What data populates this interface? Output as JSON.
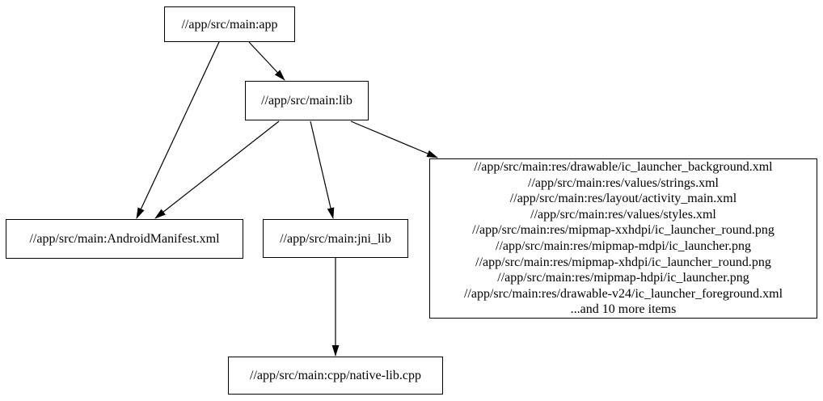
{
  "diagram": {
    "type": "build-dependency-graph",
    "background_color": "#ffffff",
    "node_fill_color": "#ffffff",
    "node_border_color": "#000000",
    "edge_color": "#000000",
    "text_color": "#000000",
    "nodes": {
      "app": {
        "label": "//app/src/main:app"
      },
      "lib": {
        "label": "//app/src/main:lib"
      },
      "android_manifest": {
        "label": "//app/src/main:AndroidManifest.xml"
      },
      "jni_lib": {
        "label": "//app/src/main:jni_lib"
      },
      "res_files": {
        "lines": [
          "//app/src/main:res/drawable/ic_launcher_background.xml",
          "//app/src/main:res/values/strings.xml",
          "//app/src/main:res/layout/activity_main.xml",
          "//app/src/main:res/values/styles.xml",
          "//app/src/main:res/mipmap-xxhdpi/ic_launcher_round.png",
          "//app/src/main:res/mipmap-mdpi/ic_launcher.png",
          "//app/src/main:res/mipmap-xhdpi/ic_launcher_round.png",
          "//app/src/main:res/mipmap-hdpi/ic_launcher.png",
          "//app/src/main:res/drawable-v24/ic_launcher_foreground.xml",
          "...and 10 more items"
        ]
      },
      "native_lib": {
        "label": "//app/src/main:cpp/native-lib.cpp"
      }
    },
    "edges": [
      {
        "from": "app",
        "to": "android_manifest"
      },
      {
        "from": "app",
        "to": "lib"
      },
      {
        "from": "lib",
        "to": "android_manifest"
      },
      {
        "from": "lib",
        "to": "jni_lib"
      },
      {
        "from": "lib",
        "to": "res_files"
      },
      {
        "from": "jni_lib",
        "to": "native_lib"
      }
    ]
  }
}
